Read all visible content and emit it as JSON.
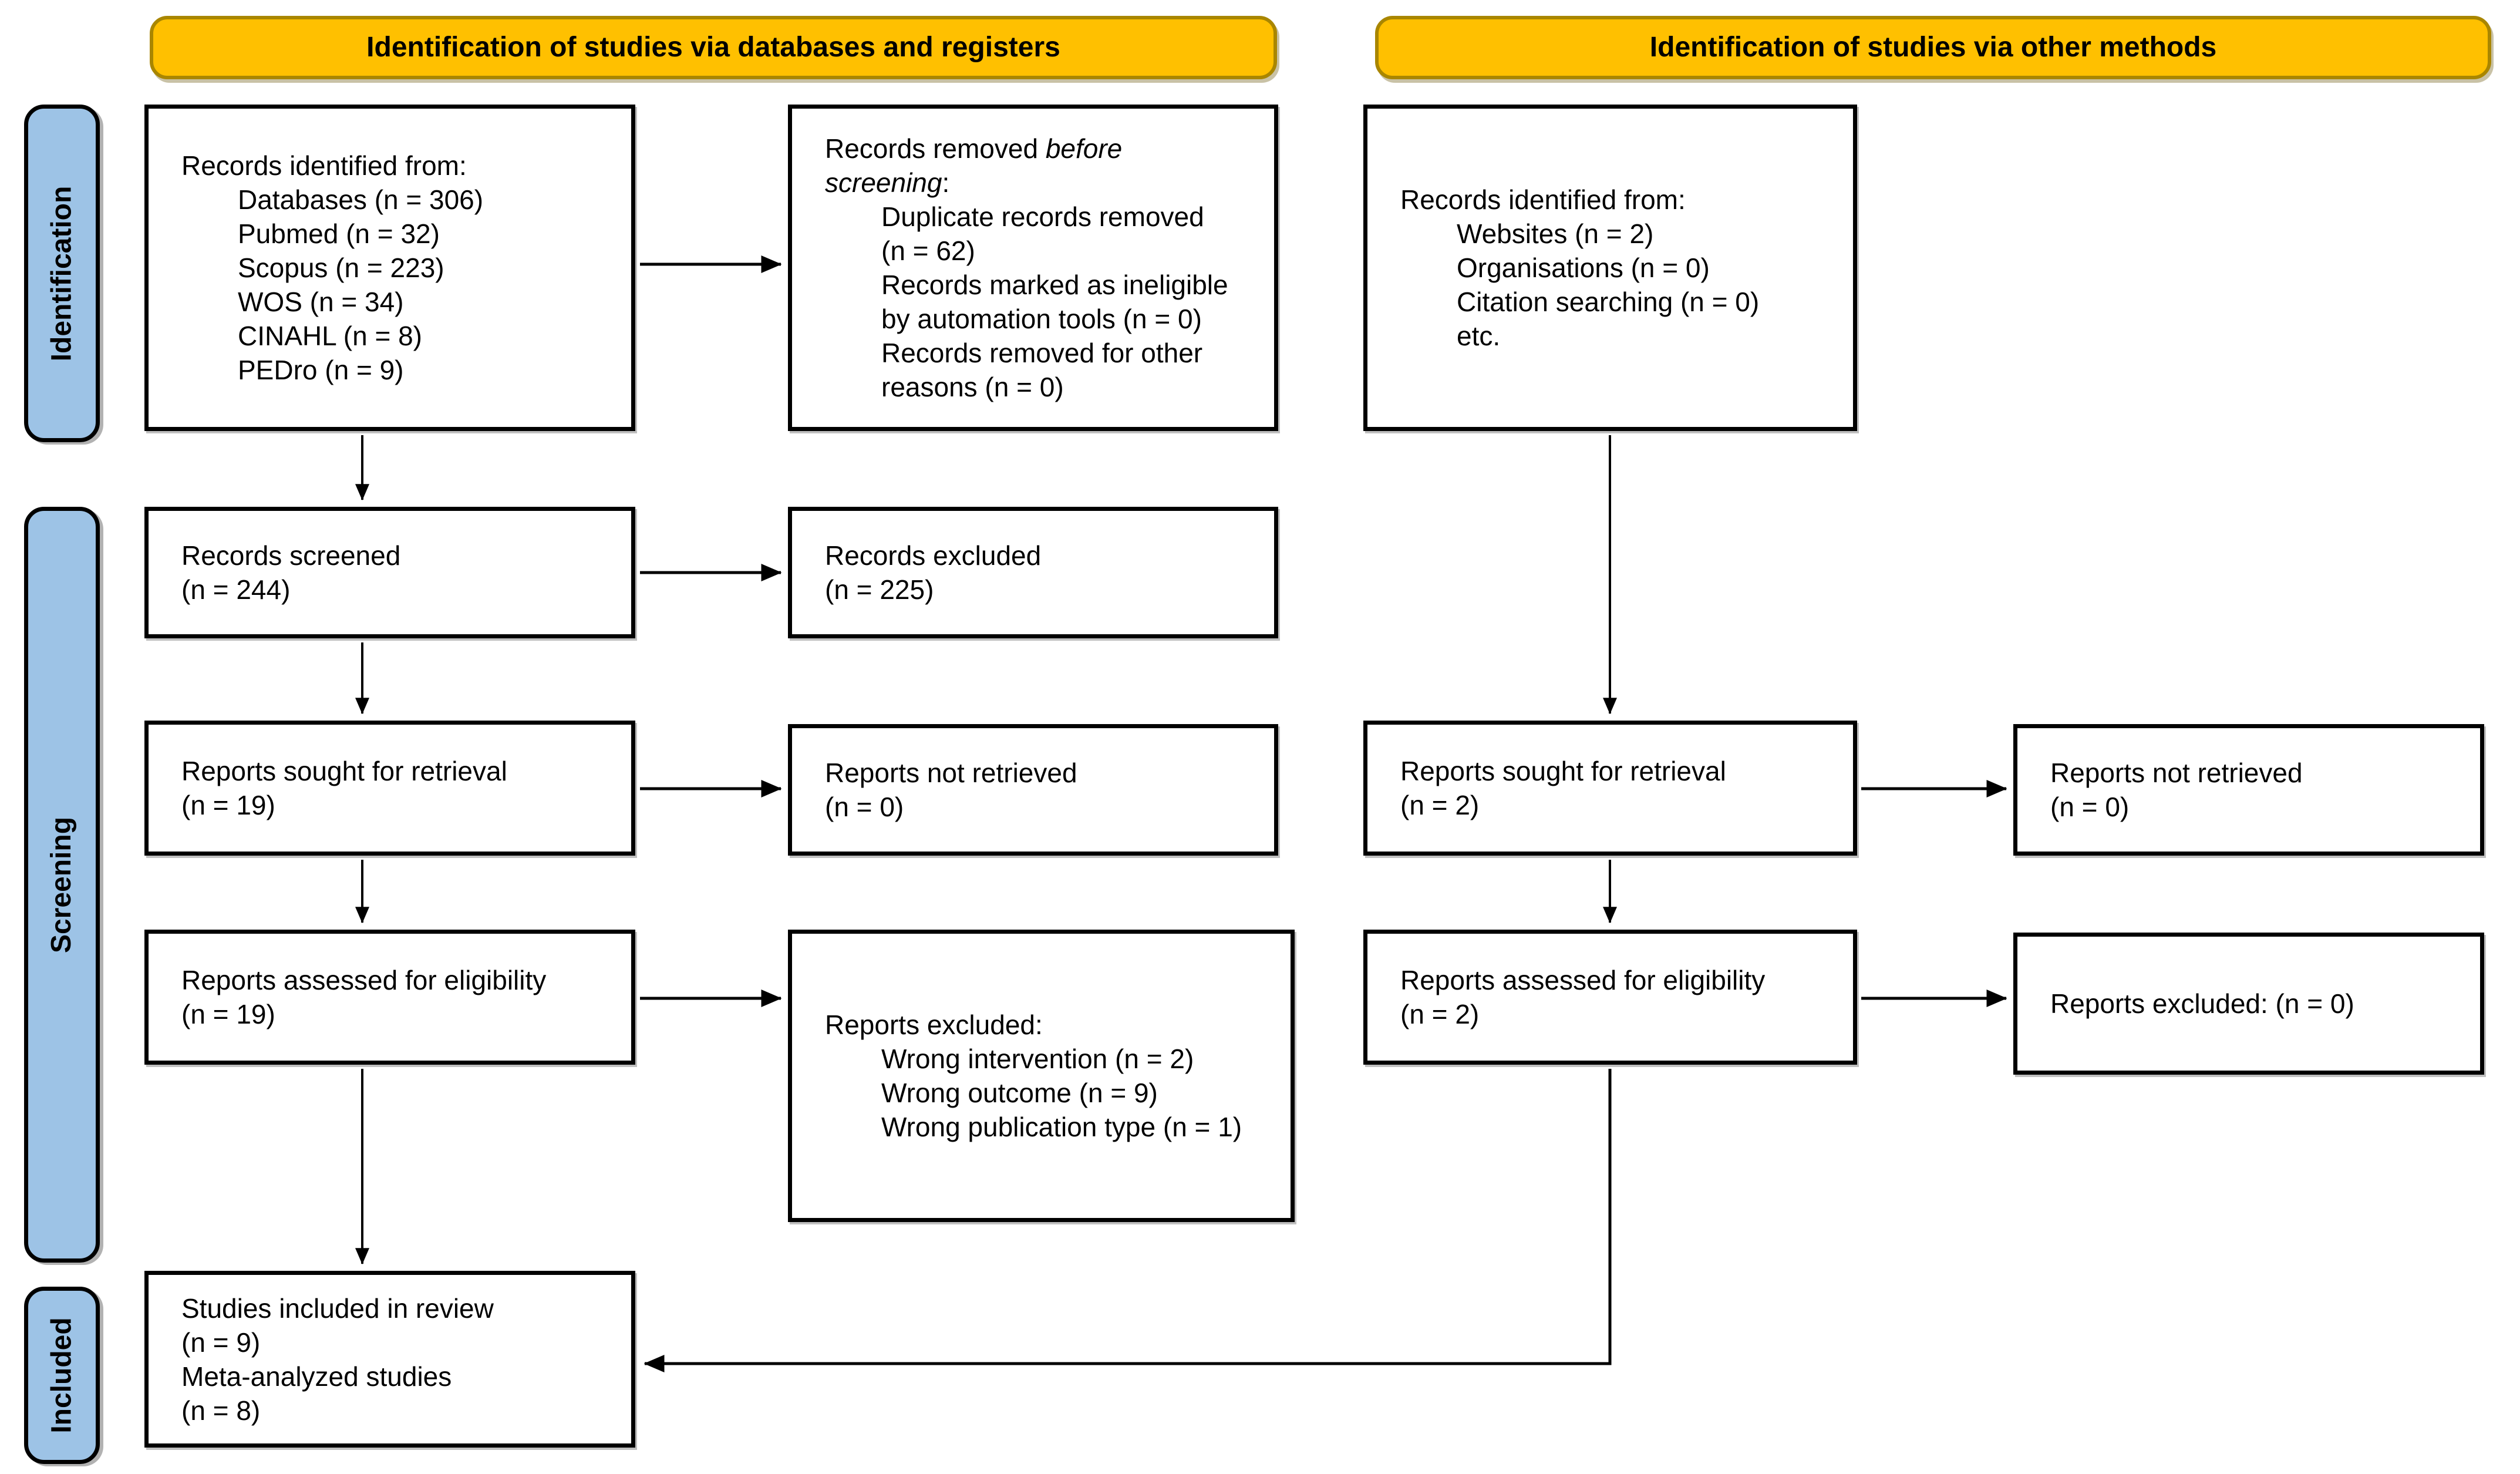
{
  "colors": {
    "banner_bg": "#FFC000",
    "banner_border": "#A98600",
    "stage_bg": "#9DC3E6",
    "stage_border": "#000000",
    "box_bg": "#FFFFFF",
    "box_border": "#000000",
    "arrow": "#000000",
    "text": "#000000"
  },
  "banners": {
    "databases": "Identification of studies via databases and registers",
    "other_methods": "Identification of studies via other methods"
  },
  "stages": {
    "identification": "Identification",
    "screening": "Screening",
    "included": "Included"
  },
  "boxes": {
    "records_identified_db": {
      "title": "Records identified from:",
      "items": [
        "Databases (n = 306)",
        "Pubmed (n = 32)",
        "Scopus (n = 223)",
        "WOS (n = 34)",
        "CINAHL (n = 8)",
        "PEDro (n = 9)"
      ]
    },
    "records_removed": {
      "line1_regular": "Records removed ",
      "line1_italic": "before",
      "line2_italic": "screening",
      "line2_suffix": ":",
      "items": [
        "Duplicate records removed",
        "(n = 62)",
        "Records marked as ineligible",
        "by automation tools (n = 0)",
        "Records removed for other",
        "reasons (n = 0)"
      ]
    },
    "records_identified_other": {
      "title": "Records identified from:",
      "items": [
        "Websites (n = 2)",
        "Organisations (n = 0)",
        "Citation searching (n = 0)",
        "etc."
      ]
    },
    "records_screened": {
      "lines": [
        "Records screened",
        "(n = 244)"
      ]
    },
    "records_excluded": {
      "lines": [
        "Records excluded",
        "(n = 225)"
      ]
    },
    "reports_sought_db": {
      "lines": [
        "Reports sought for retrieval",
        "(n = 19)"
      ]
    },
    "reports_not_retrieved_db": {
      "lines": [
        "Reports not retrieved",
        "(n = 0)"
      ]
    },
    "reports_sought_other": {
      "lines": [
        "Reports sought for retrieval",
        "(n = 2)"
      ]
    },
    "reports_not_retrieved_other": {
      "lines": [
        "Reports not retrieved",
        "(n = 0)"
      ]
    },
    "reports_assessed_db": {
      "lines": [
        "Reports assessed for eligibility",
        "(n = 19)"
      ]
    },
    "reports_excluded_db": {
      "title": "Reports excluded:",
      "items": [
        "Wrong intervention (n = 2)",
        "Wrong outcome (n = 9)",
        "Wrong publication type (n = 1)"
      ]
    },
    "reports_assessed_other": {
      "lines": [
        "Reports assessed for eligibility",
        "(n = 2)"
      ]
    },
    "reports_excluded_other": {
      "lines": [
        "Reports excluded: (n = 0)"
      ]
    },
    "studies_included": {
      "lines": [
        "Studies included in review",
        "(n = 9)",
        "Meta-analyzed studies",
        "(n = 8)"
      ]
    }
  }
}
